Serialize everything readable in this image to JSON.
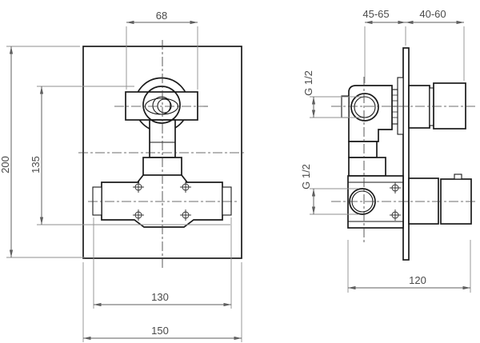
{
  "dims": {
    "handle_width": "68",
    "plate_height": "200",
    "handle_to_body": "135",
    "body_width": "130",
    "plate_width": "150",
    "rough_in_depth": "45-65",
    "trim_depth": "40-60",
    "total_depth": "120",
    "thread_top": "G 1/2",
    "thread_bottom": "G 1/2"
  },
  "colors": {
    "object_line": "#1a1a1a",
    "dimension_line": "#5f5f5f",
    "background": "#ffffff"
  }
}
